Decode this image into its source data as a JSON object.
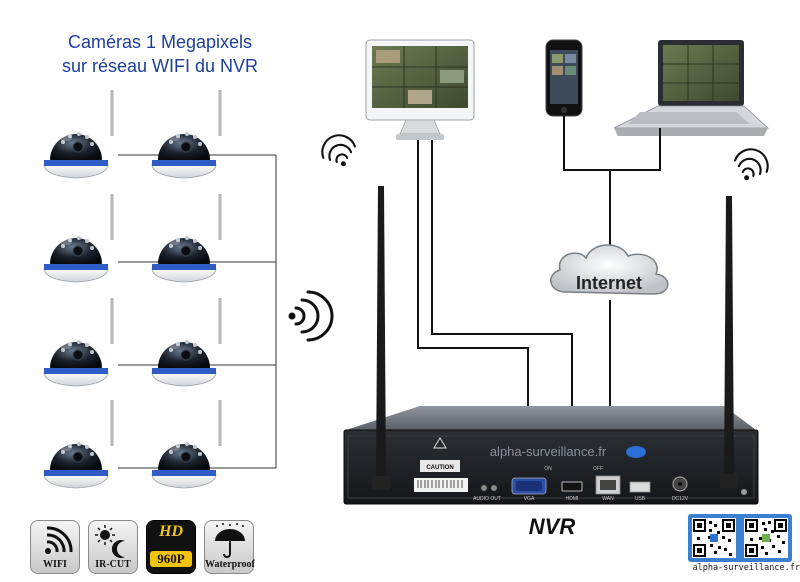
{
  "title": {
    "line1": "Caméras 1 Megapixels",
    "line2": "sur réseau WIFI du NVR"
  },
  "cloud_label": "Internet",
  "nvr": {
    "label": "NVR",
    "watermark": "alpha-surveillance.fr",
    "caution": "CAUTION",
    "ports": {
      "audio": "AUDIO OUT",
      "vga": "VGA",
      "hdmi": "HDMI",
      "wan": "WAN",
      "usb": "USB",
      "dc": "DC12V"
    },
    "on_label": "ON",
    "off_label": "OFF"
  },
  "badges": [
    {
      "label": "WIFI",
      "icon": "wifi-icon"
    },
    {
      "label": "IR-CUT",
      "icon": "sun-moon-icon"
    },
    {
      "label": "960P",
      "top": "HD",
      "icon": "hd-badge"
    },
    {
      "label": "Waterproof",
      "icon": "umbrella-icon"
    }
  ],
  "footer": "alpha-surveillance.fr",
  "colors": {
    "title": "#1d3f9a",
    "hd_gold": "#f1c40f",
    "qr_blue": "#3a7fd0",
    "nvr_body": "#1e1e1e"
  },
  "camera_count": 8
}
